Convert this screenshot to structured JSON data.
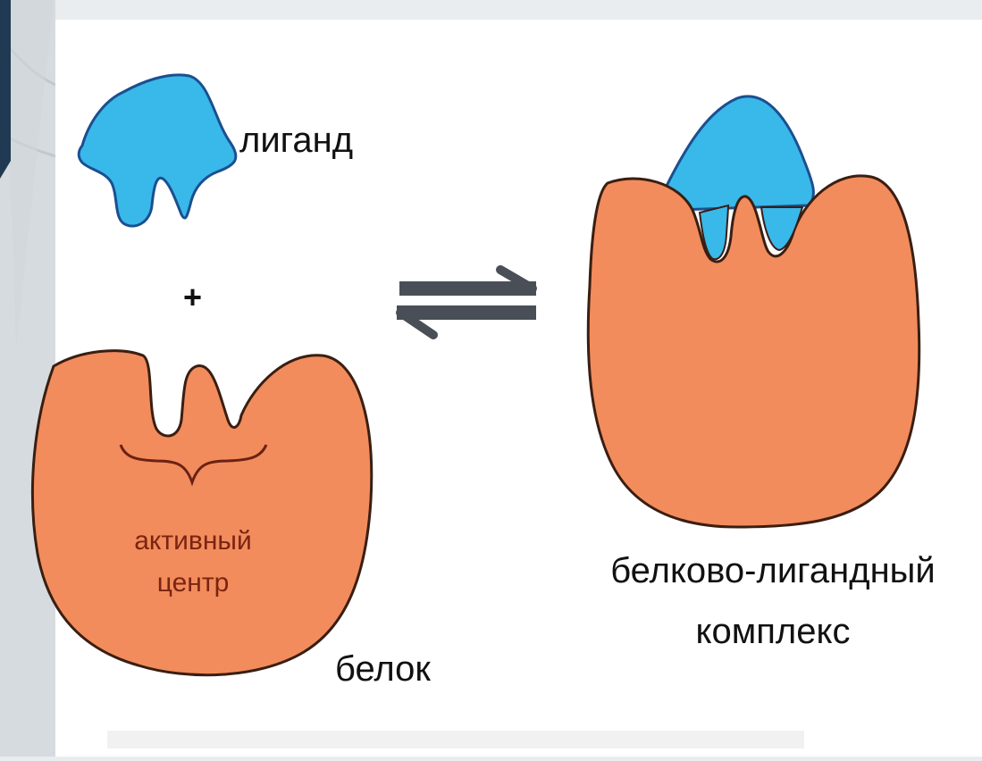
{
  "labels": {
    "ligand": "лиганд",
    "plus": "+",
    "active_center_line1": "активный",
    "active_center_line2": "центр",
    "protein": "белок",
    "complex_line1": "белково-лигандный",
    "complex_line2": "комплекс"
  },
  "icons": {
    "equilibrium": "equilibrium-arrows-icon"
  },
  "colors": {
    "ligand_fill": "#39b8ea",
    "protein_fill": "#f28c5c",
    "outline": "#3a1e12",
    "brace": "#6b2113",
    "arrows": "#4a4f57",
    "background": "#ffffff",
    "left_band": "#d8dde1"
  }
}
